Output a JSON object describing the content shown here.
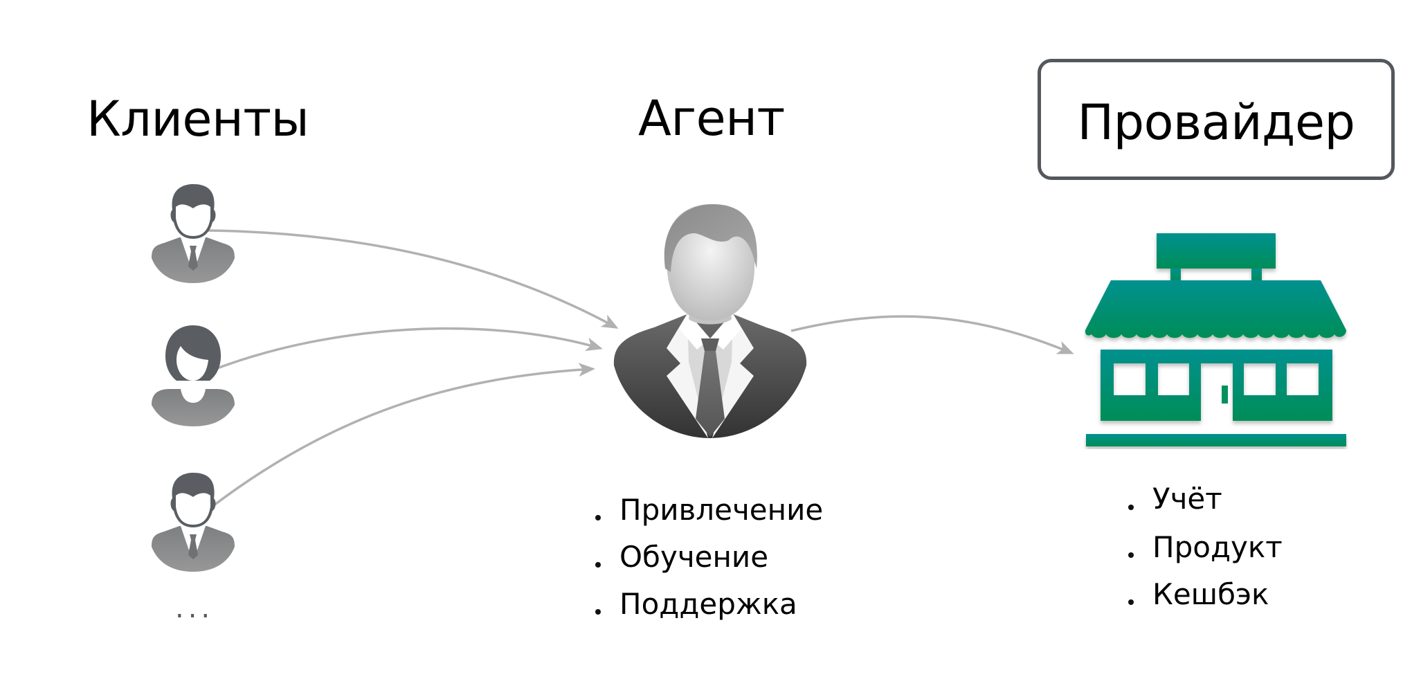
{
  "diagram": {
    "columns": {
      "clients": {
        "title": "Клиенты",
        "icons": [
          "man-in-suit-icon",
          "woman-icon",
          "man-in-suit-icon"
        ],
        "more": "..."
      },
      "agent": {
        "title": "Агент",
        "icon": "businessman-icon",
        "bullets": [
          "Привлечение",
          "Обучение",
          "Поддержка"
        ]
      },
      "provider": {
        "title": "Провайдер",
        "icon": "storefront-icon",
        "bullets": [
          "Учёт",
          "Продукт",
          "Кешбэк"
        ]
      }
    },
    "arrows": [
      {
        "from": "client-1",
        "to": "agent"
      },
      {
        "from": "client-2",
        "to": "agent"
      },
      {
        "from": "client-3",
        "to": "agent"
      },
      {
        "from": "agent",
        "to": "provider"
      }
    ],
    "colors": {
      "arrow": "#b1b1b1",
      "client_icon_dark": "#55595e",
      "client_icon_body": "#8a8c8d",
      "agent_suit": "#4a4a4a",
      "store_teal": "#00918f",
      "store_green": "#028d58",
      "provider_border": "#54585d"
    }
  }
}
